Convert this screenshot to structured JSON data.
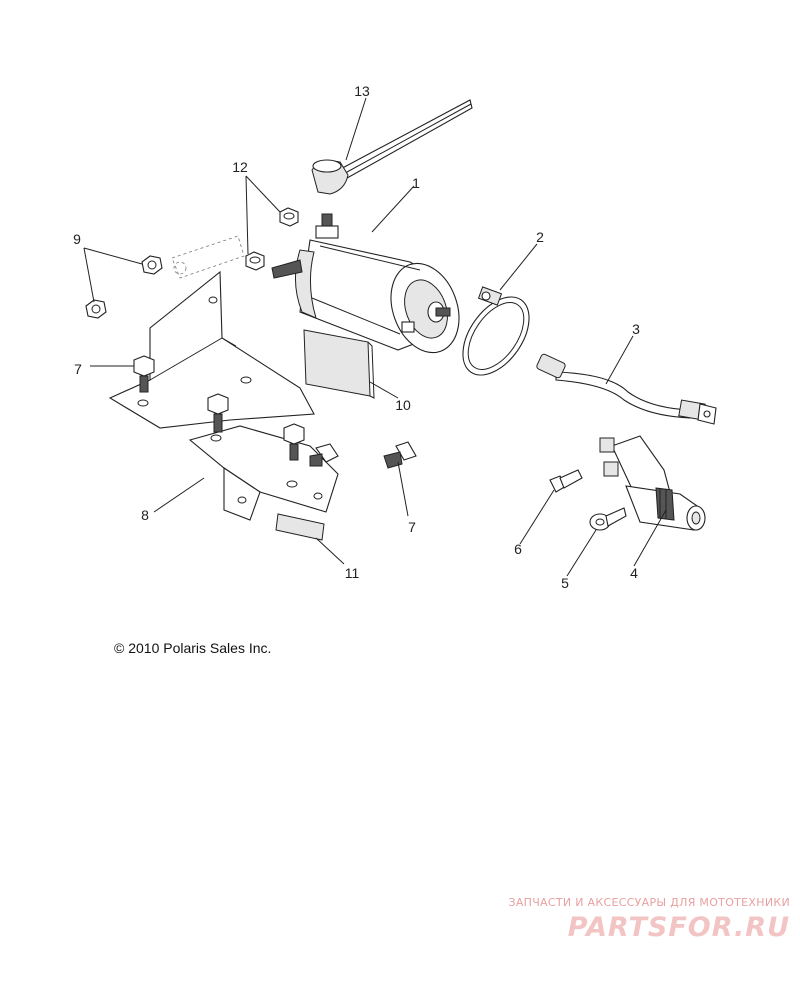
{
  "callouts": {
    "c1": "1",
    "c2": "2",
    "c3": "3",
    "c4": "4",
    "c5": "5",
    "c6": "6",
    "c7a": "7",
    "c7b": "7",
    "c8": "8",
    "c9": "9",
    "c10": "10",
    "c11": "11",
    "c12": "12",
    "c13": "13"
  },
  "copyright": "© 2010 Polaris Sales Inc.",
  "watermark": {
    "tagline": "ЗАПЧАСТИ И АКСЕССУАРЫ ДЛЯ МОТОТЕХНИКИ",
    "brand": "PARTSFOR.RU"
  }
}
